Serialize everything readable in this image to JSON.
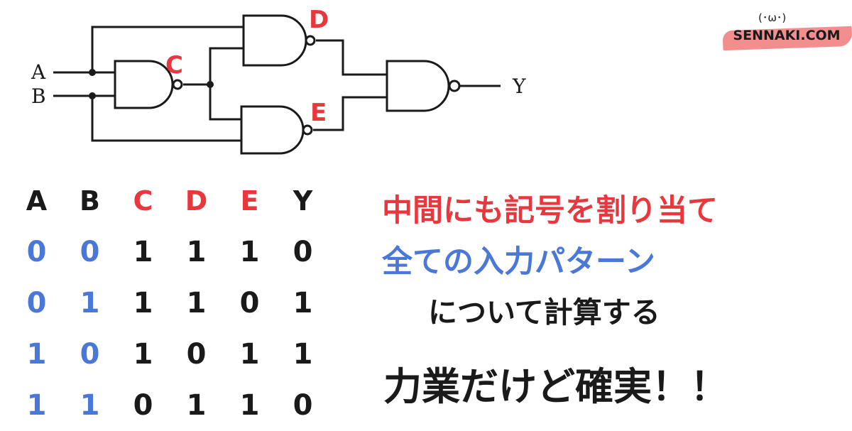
{
  "diagram": {
    "inputs": [
      "A",
      "B"
    ],
    "output": "Y",
    "gate_labels": [
      "C",
      "D",
      "E"
    ]
  },
  "logo": {
    "text": "SENNAKI.COM",
    "face": "(･ω･)"
  },
  "truth_table": {
    "headers": [
      "A",
      "B",
      "C",
      "D",
      "E",
      "Y"
    ],
    "rows": [
      [
        "0",
        "0",
        "1",
        "1",
        "1",
        "0"
      ],
      [
        "0",
        "1",
        "1",
        "1",
        "0",
        "1"
      ],
      [
        "1",
        "0",
        "1",
        "0",
        "1",
        "1"
      ],
      [
        "1",
        "1",
        "0",
        "1",
        "1",
        "0"
      ]
    ]
  },
  "messages": {
    "line1": "中間にも記号を割り当て",
    "line2": "全ての入力パターン",
    "line3": "について計算する",
    "line4": "力業だけど確実！！"
  },
  "colors": {
    "red": "#e8383d",
    "blue": "#4a78d8",
    "black": "#1a1a1a"
  }
}
